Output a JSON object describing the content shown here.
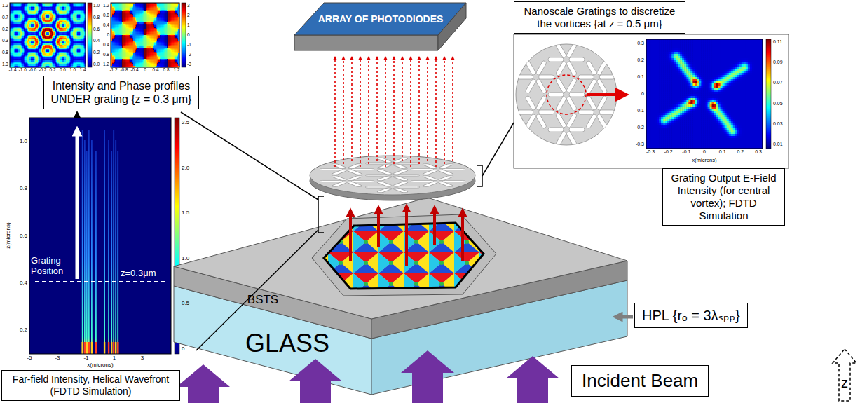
{
  "diagram": {
    "nodes": [
      {
        "text": [
          "Intensity and Phase profiles UNDER grating {z = 0.3 μm}"
        ]
      },
      {
        "text": [
          "Nanoscale Gratings to discretize the vortices {at z = 0.5 μm}"
        ]
      },
      {
        "text": [
          "Grating Output E-Field Intensity (for central vortex); FDTD Simulation"
        ]
      },
      {
        "text": [
          "HPL {rₒ = 3λₛₚₚ}"
        ]
      },
      {
        "text": [
          "Far-field Intensity, Helical Wavefront (FDTD Simulation)"
        ]
      },
      {
        "text": [
          "Incident Beam"
        ]
      }
    ],
    "labels": [
      "ARRAY OF PHOTODIODES",
      "BSTS",
      "GLASS",
      "z",
      "Grating Position",
      "z=0.3μm",
      "1.2",
      "0.7",
      "0.2",
      "0.3",
      "0.8",
      "1.3",
      "-1.4",
      "-1.0",
      "-0.6",
      "-0.2",
      "0.2",
      "0.6",
      "1.0",
      "1.4",
      "1.0",
      "0.8",
      "0.6",
      "0.4",
      "0.2",
      "0.0",
      "1.2",
      "0.8",
      "0.4",
      "0",
      "0.4",
      "0.8",
      "1.2",
      "-1.2",
      "-0.8",
      "-0.4",
      "0",
      "0.4",
      "0.8",
      "1.2",
      "3",
      "2",
      "1",
      "0",
      "-1",
      "-2",
      "-3",
      "1.0",
      "0.8",
      "0.6",
      "0.4",
      "0.2",
      "-5",
      "-3",
      "-1",
      "1",
      "3",
      "x(microns)",
      "z(microns)",
      "2.5",
      "2.0",
      "1.5",
      "1.0",
      "0.5",
      "0",
      "0.3",
      "0.2",
      "0.1",
      "0",
      "-0.1",
      "-0.2",
      "-0.3",
      "-0.3",
      "-0.2",
      "-0.1",
      "0",
      "0.1",
      "0.2",
      "0.3",
      "x(microns)",
      "0.11",
      "0.09",
      "0.07",
      "0.05",
      "0.03",
      "0.01"
    ]
  }
}
